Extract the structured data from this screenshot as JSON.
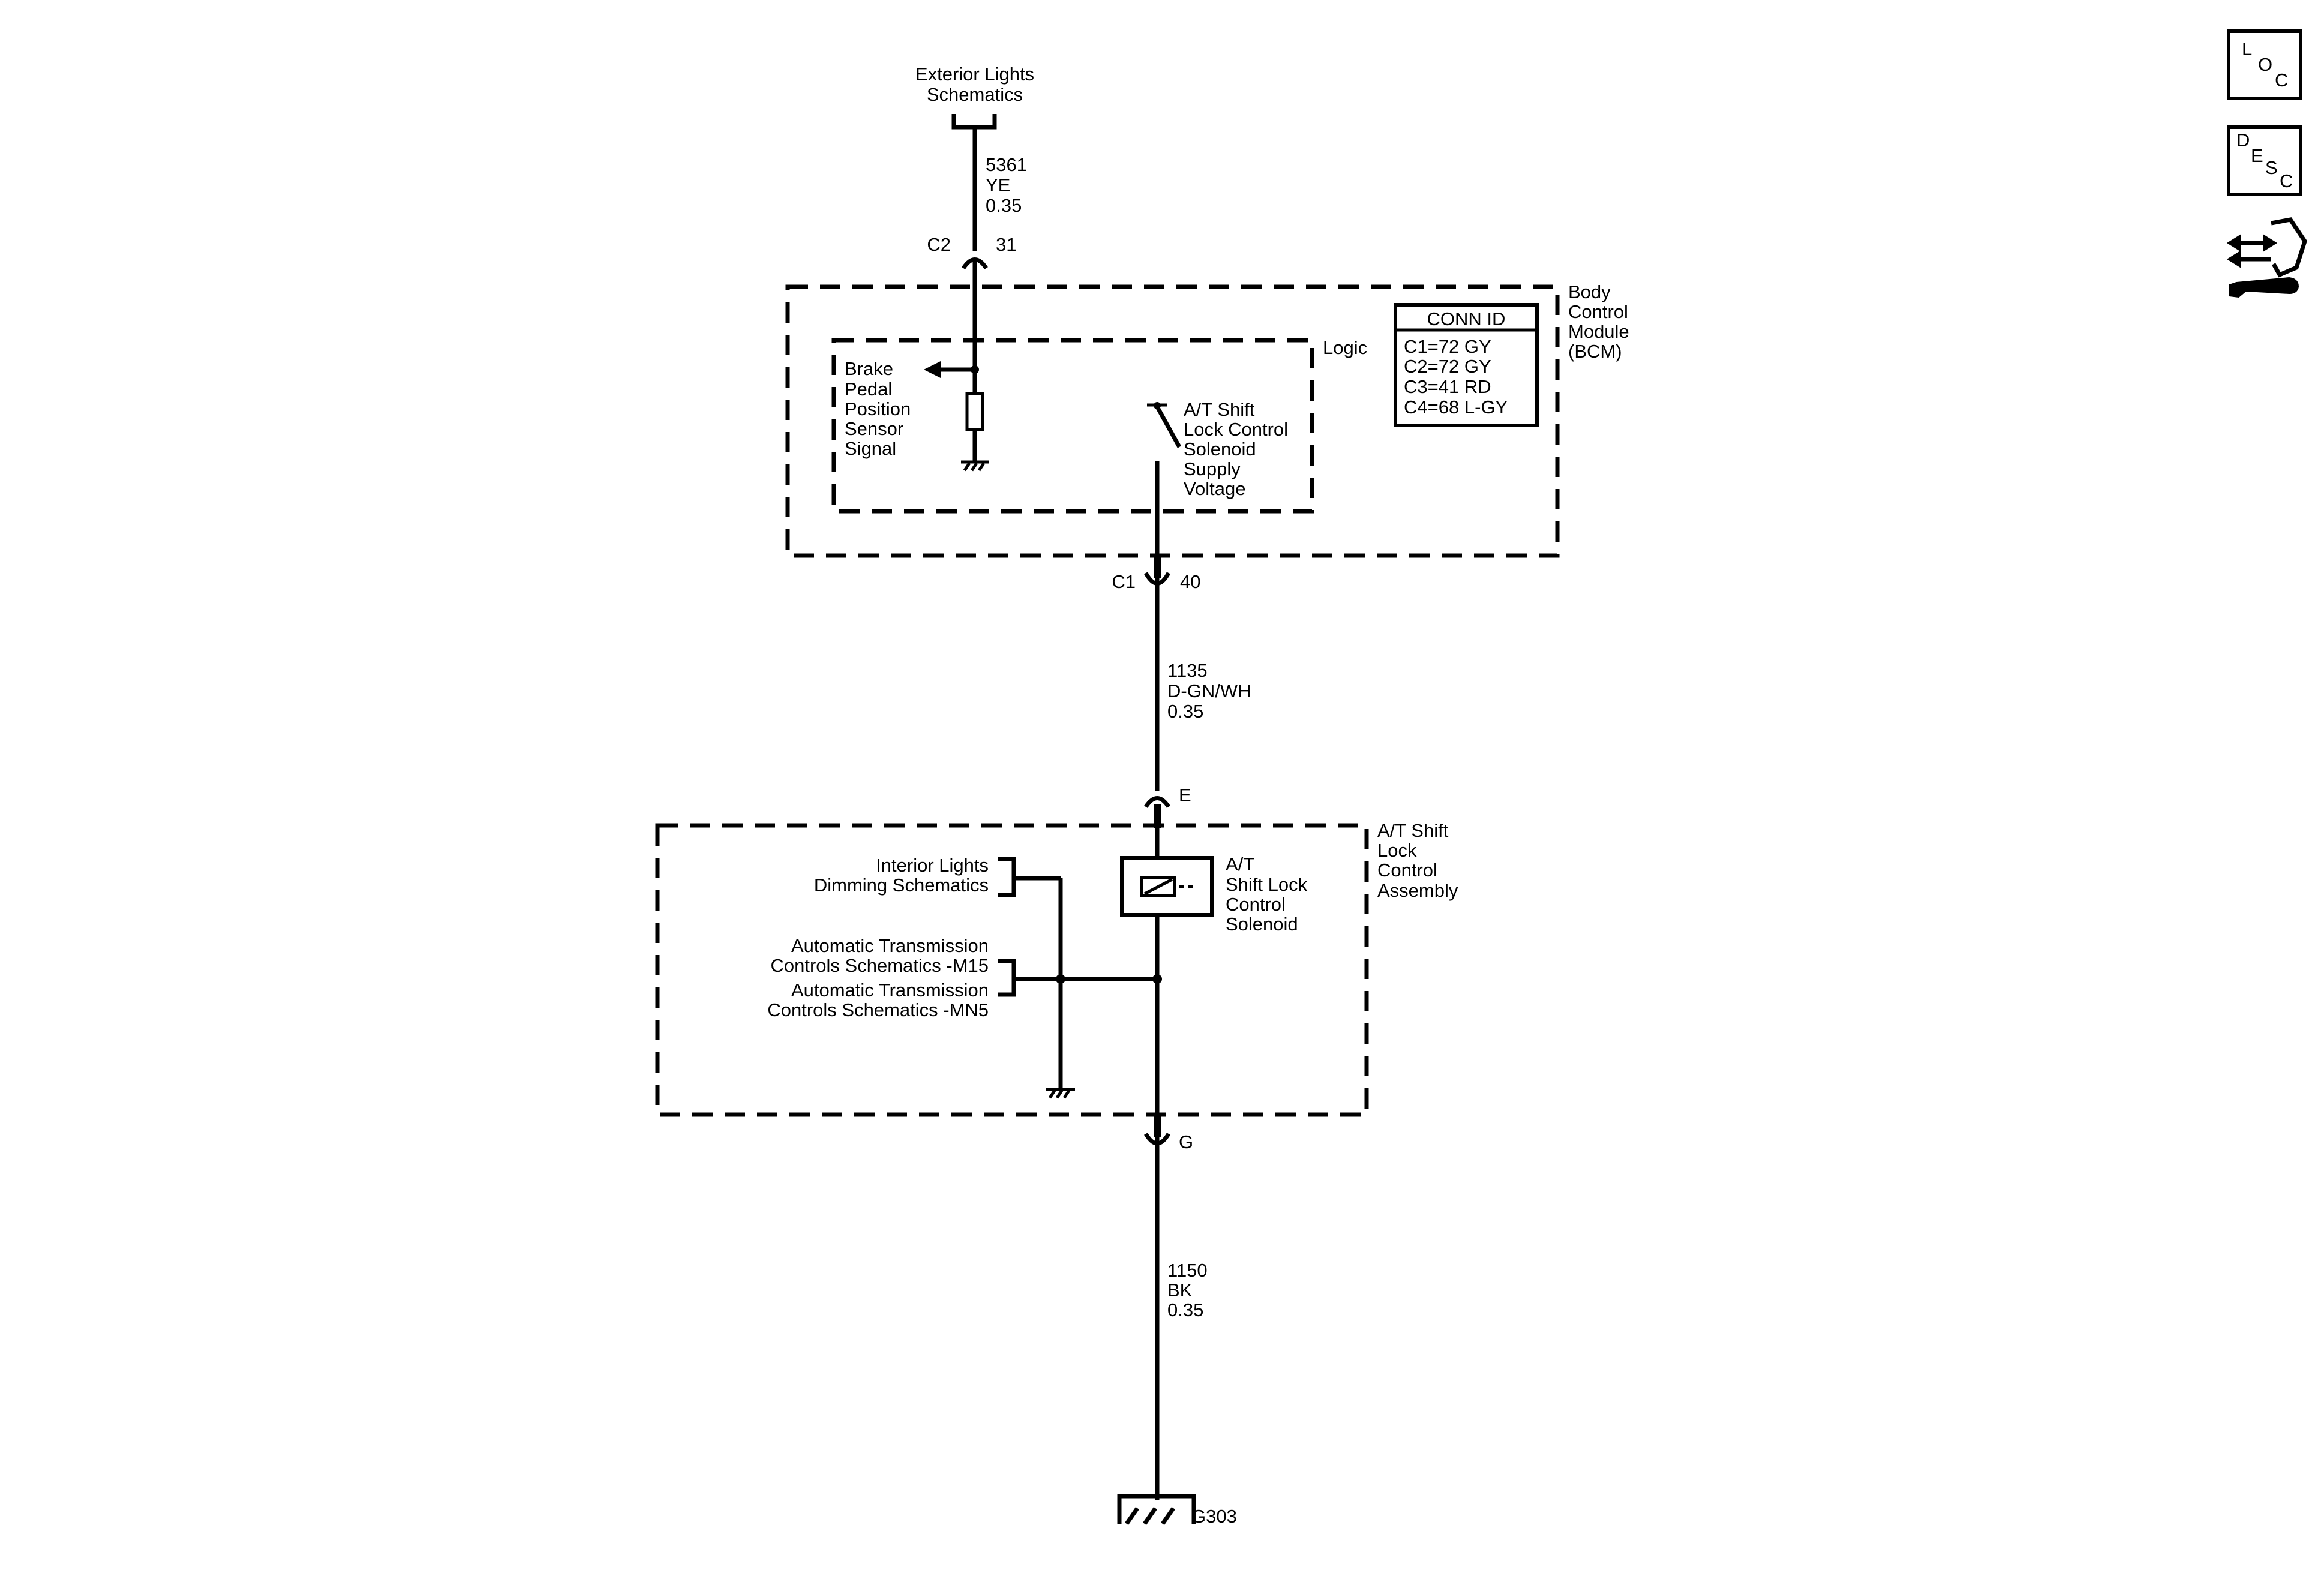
{
  "labels": {
    "exterior_lights": [
      "Exterior Lights",
      "Schematics"
    ],
    "wire_top": [
      "5361",
      "YE",
      "0.35"
    ],
    "c2_connector": "C2",
    "c2_pin": "31",
    "bcm": [
      "Body",
      "Control",
      "Module",
      "(BCM)"
    ],
    "logic": "Logic",
    "brake_signal": [
      "Brake",
      "Pedal",
      "Position",
      "Sensor",
      "Signal"
    ],
    "solenoid_supply": [
      "A/T Shift",
      "Lock Control",
      "Solenoid",
      "Supply",
      "Voltage"
    ],
    "conn_id_title": "CONN ID",
    "conn_id_rows": [
      "C1=72 GY",
      "C2=72 GY",
      "C3=41 RD",
      "C4=68 L-GY"
    ],
    "c1_connector": "C1",
    "c1_pin": "40",
    "wire_mid": [
      "1135",
      "D-GN/WH",
      "0.35"
    ],
    "pin_e": "E",
    "assembly": [
      "A/T Shift",
      "Lock",
      "Control",
      "Assembly"
    ],
    "interior_lights": [
      "Interior Lights",
      "Dimming Schematics"
    ],
    "trans_m15": [
      "Automatic Transmission",
      "Controls Schematics -M15"
    ],
    "trans_mn5": [
      "Automatic Transmission",
      "Controls Schematics -MN5"
    ],
    "solenoid": [
      "A/T",
      "Shift Lock",
      "Control",
      "Solenoid"
    ],
    "pin_g": "G",
    "wire_bottom": [
      "1150",
      "BK",
      "0.35"
    ],
    "ground": "G303",
    "icons": {
      "loc": [
        "L",
        "O",
        "C"
      ],
      "desc": [
        "D",
        "E",
        "S",
        "C"
      ]
    }
  },
  "icon_names": [
    "loc-icon",
    "desc-icon",
    "connector-repair-icon"
  ]
}
